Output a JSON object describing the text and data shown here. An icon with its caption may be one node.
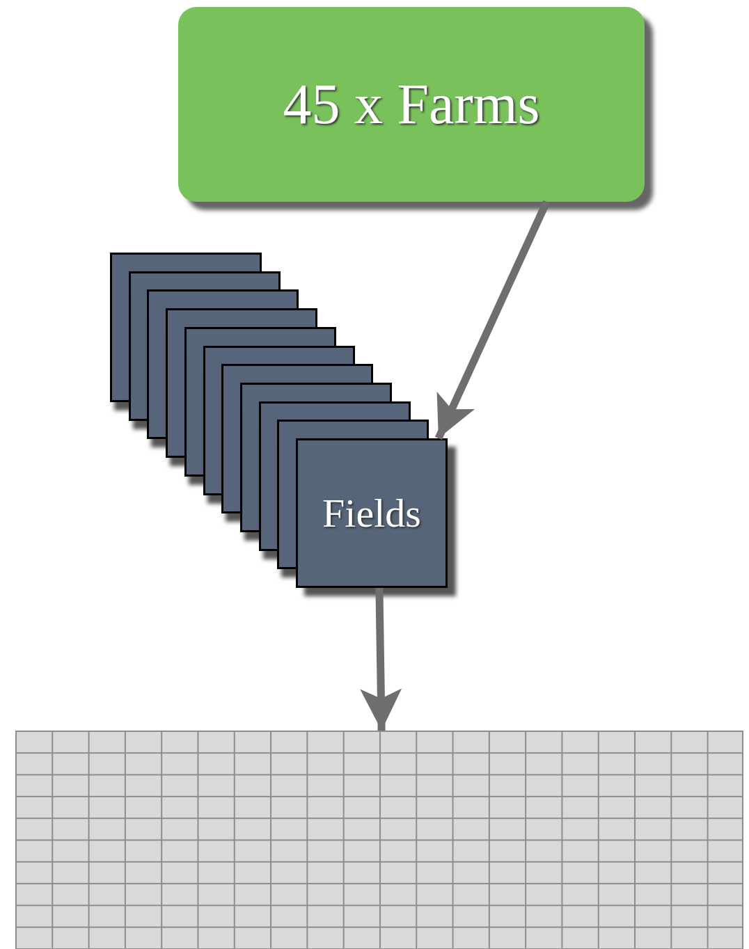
{
  "diagram": {
    "nodes": [
      {
        "text": [
          "45 x Farms"
        ]
      },
      {
        "text": [],
        "shape": "box"
      },
      {
        "text": [],
        "shape": "box"
      },
      {
        "text": [],
        "shape": "box"
      },
      {
        "text": [],
        "shape": "box"
      },
      {
        "text": [],
        "shape": "box"
      },
      {
        "text": [],
        "shape": "box"
      },
      {
        "text": [],
        "shape": "box"
      },
      {
        "text": [],
        "shape": "box"
      },
      {
        "text": [],
        "shape": "box"
      },
      {
        "text": [],
        "shape": "box"
      },
      {
        "text": [
          "Fields"
        ]
      },
      {
        "text": [],
        "shape": "grid"
      }
    ],
    "edges": [
      {
        "from": 0,
        "to": 11,
        "arrow": "to"
      },
      {
        "from": 11,
        "to": 12,
        "arrow": "to"
      }
    ]
  }
}
